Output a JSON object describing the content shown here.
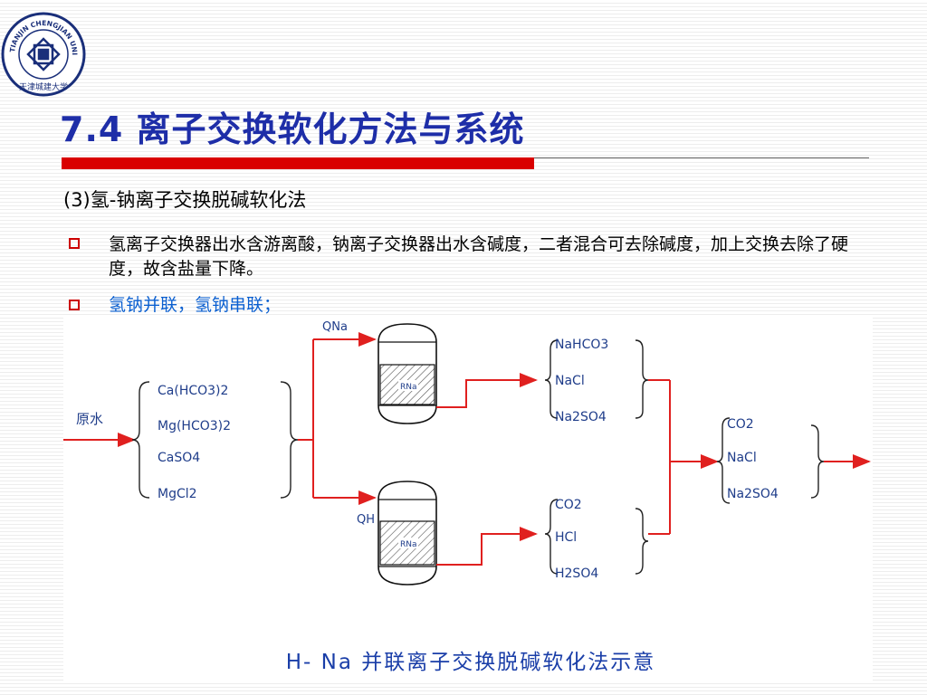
{
  "header": {
    "title": "7.4 离子交换软化方法与系统",
    "subtitle": "(3)氢-钠离子交换脱碱软化法"
  },
  "logo": {
    "ring_text": "TIANJIN CHENGJIAN UNIVERSITY",
    "chinese_name": "天津城建大学"
  },
  "bullets": [
    {
      "text": "氢离子交换器出水含游离酸，钠离子交换器出水含碱度，二者混合可去除碱度，加上交换去除了硬度，故含盐量下降。"
    },
    {
      "text": "氢钠并联，氢钠串联；"
    }
  ],
  "diagram": {
    "raw_water": "原水",
    "inputs": [
      "Ca(HCO3)2",
      "Mg(HCO3)2",
      "CaSO4",
      "MgCl2"
    ],
    "flow_na": "QNa",
    "flow_h": "QH",
    "resin_na": "RNa",
    "resin_h": "RNa",
    "out_na": [
      "NaHCO3",
      "NaCl",
      "Na2SO4"
    ],
    "out_h": [
      "CO2",
      "HCl",
      "H2SO4"
    ],
    "out_mix": [
      "CO2",
      "NaCl",
      "Na2SO4"
    ],
    "caption": "H- Na 并联离子交换脱碱软化法示意",
    "colors": {
      "pipe": "#e0201f",
      "label": "#1f3d8a",
      "caption": "#1a3ea8"
    }
  }
}
